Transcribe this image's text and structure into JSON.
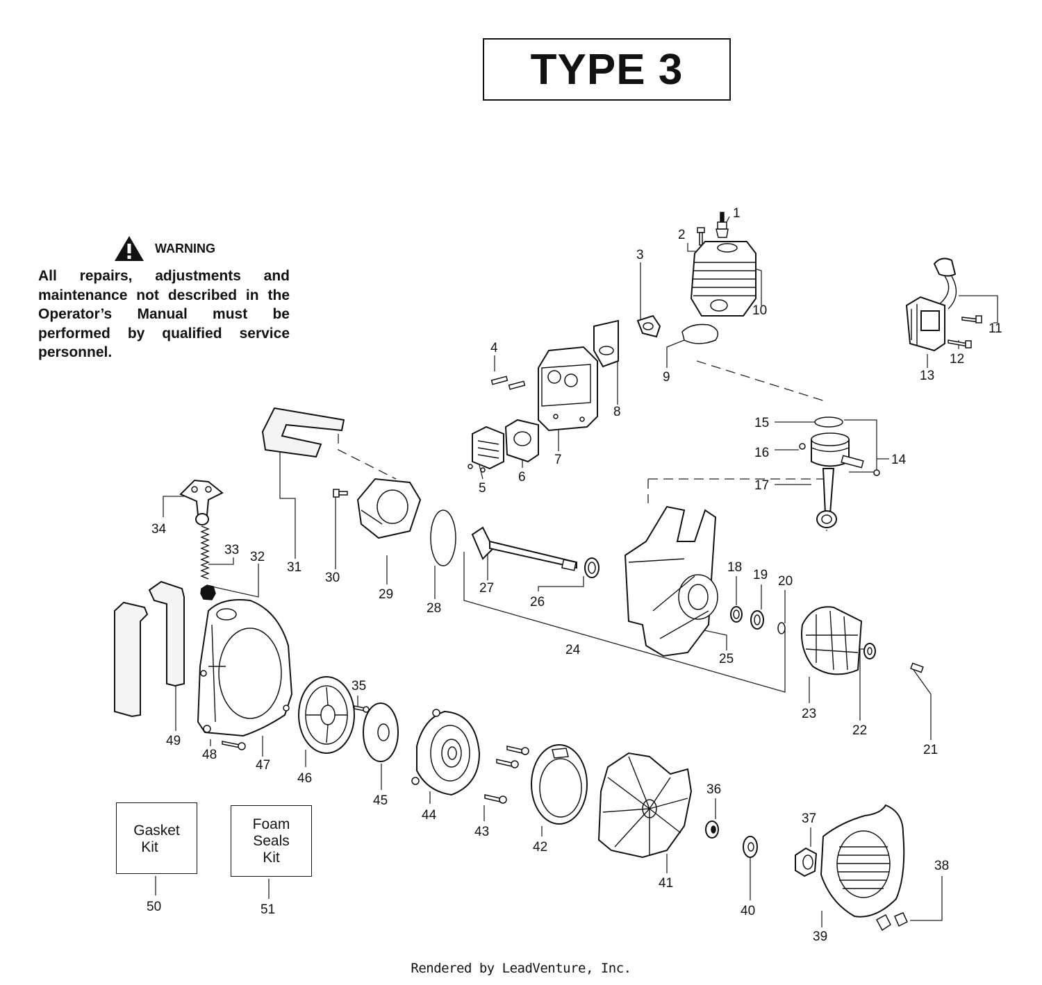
{
  "title": "TYPE 3",
  "warning": {
    "heading": "WARNING",
    "body": "All repairs, adjustments and maintenance not described in the Operator’s Manual must be performed by qualified service personnel."
  },
  "kits": {
    "gasket": [
      "Gasket",
      "Kit"
    ],
    "foam": [
      "Foam",
      "Seals",
      "Kit"
    ]
  },
  "callouts": [
    "1",
    "2",
    "3",
    "4",
    "5",
    "6",
    "7",
    "8",
    "9",
    "10",
    "11",
    "12",
    "13",
    "14",
    "15",
    "16",
    "17",
    "18",
    "19",
    "20",
    "21",
    "22",
    "23",
    "24",
    "25",
    "26",
    "27",
    "28",
    "29",
    "30",
    "31",
    "32",
    "33",
    "34",
    "35",
    "36",
    "37",
    "38",
    "39",
    "40",
    "41",
    "42",
    "43",
    "44",
    "45",
    "46",
    "47",
    "48",
    "49",
    "50",
    "51"
  ],
  "footer": "Rendered by LeadVenture, Inc.",
  "icons": [
    "warning-triangle-icon"
  ]
}
